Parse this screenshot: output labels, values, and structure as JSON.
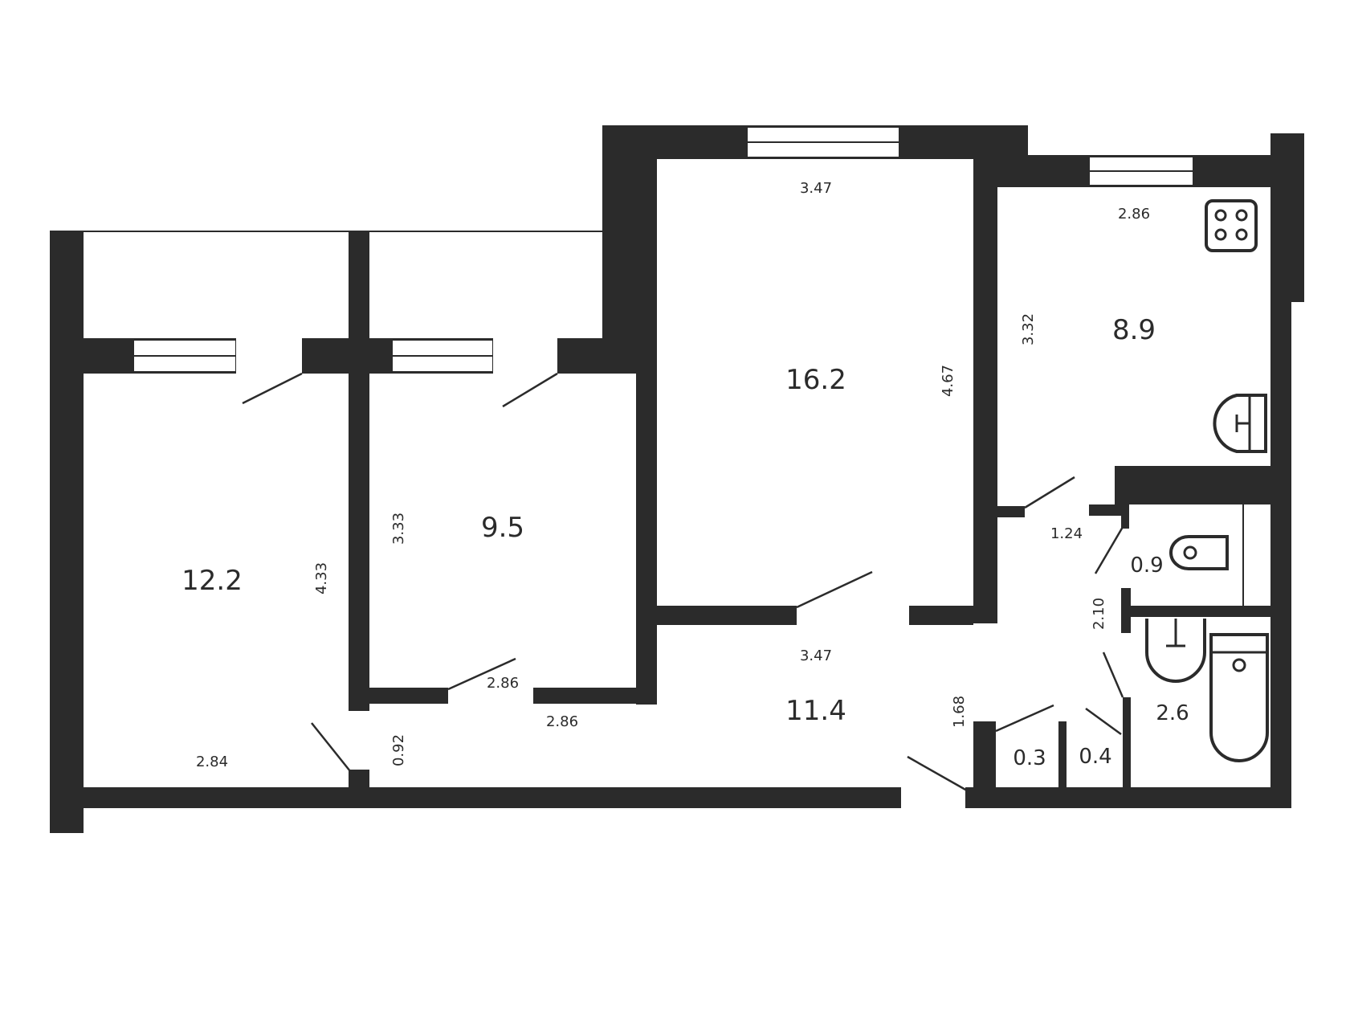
{
  "rooms": [
    {
      "id": "room-12",
      "area": "12.2"
    },
    {
      "id": "room-9",
      "area": "9.5"
    },
    {
      "id": "room-16",
      "area": "16.2"
    },
    {
      "id": "kitchen",
      "area": "8.9"
    },
    {
      "id": "hall",
      "area": "11.4"
    },
    {
      "id": "toilet",
      "area": "0.9"
    },
    {
      "id": "bathroom",
      "area": "2.6"
    },
    {
      "id": "closet-a",
      "area": "0.3"
    },
    {
      "id": "closet-b",
      "area": "0.4"
    }
  ],
  "dimensions": {
    "d_347_top": "3.47",
    "d_286_kitchen": "2.86",
    "d_332": "3.32",
    "d_467": "4.67",
    "d_433": "4.33",
    "d_333": "3.33",
    "d_124": "1.24",
    "d_210": "2.10",
    "d_347_hall": "3.47",
    "d_286_a": "2.86",
    "d_286_b": "2.86",
    "d_284": "2.84",
    "d_092": "0.92",
    "d_168": "1.68"
  },
  "colors": {
    "wall": "#2b2b2b",
    "background": "#ffffff"
  },
  "icons": [
    "stove-icon",
    "sink-icon",
    "toilet-icon",
    "bathtub-icon",
    "washbasin-icon"
  ]
}
